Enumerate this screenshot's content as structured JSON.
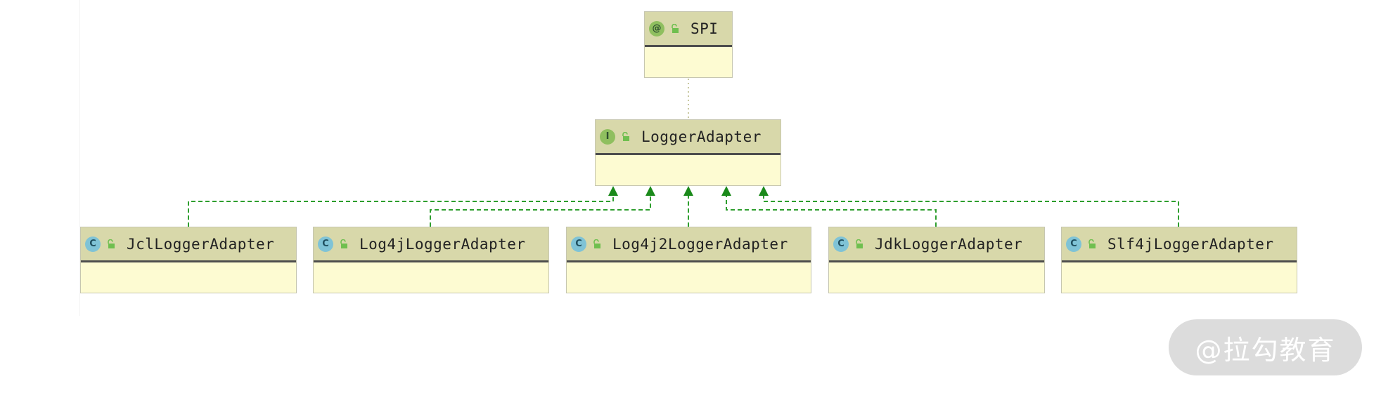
{
  "colors": {
    "node_body": "#fdfbd2",
    "node_header": "#d8d8aa",
    "edge_green": "#2e9e2e",
    "arrow_green": "#1b8a1b",
    "dotted_link": "#c8c8a0"
  },
  "nodes": {
    "spi": {
      "badge": "@",
      "icon": "annotation-icon",
      "name": "SPI"
    },
    "logger_adapter": {
      "badge": "I",
      "icon": "interface-icon",
      "name": "LoggerAdapter"
    },
    "jcl": {
      "badge": "C",
      "icon": "class-icon",
      "name": "JclLoggerAdapter"
    },
    "log4j": {
      "badge": "C",
      "icon": "class-icon",
      "name": "Log4jLoggerAdapter"
    },
    "log4j2": {
      "badge": "C",
      "icon": "class-icon",
      "name": "Log4j2LoggerAdapter"
    },
    "jdk": {
      "badge": "C",
      "icon": "class-icon",
      "name": "JdkLoggerAdapter"
    },
    "slf4j": {
      "badge": "C",
      "icon": "class-icon",
      "name": "Slf4jLoggerAdapter"
    }
  },
  "watermark": "@拉勾教育"
}
